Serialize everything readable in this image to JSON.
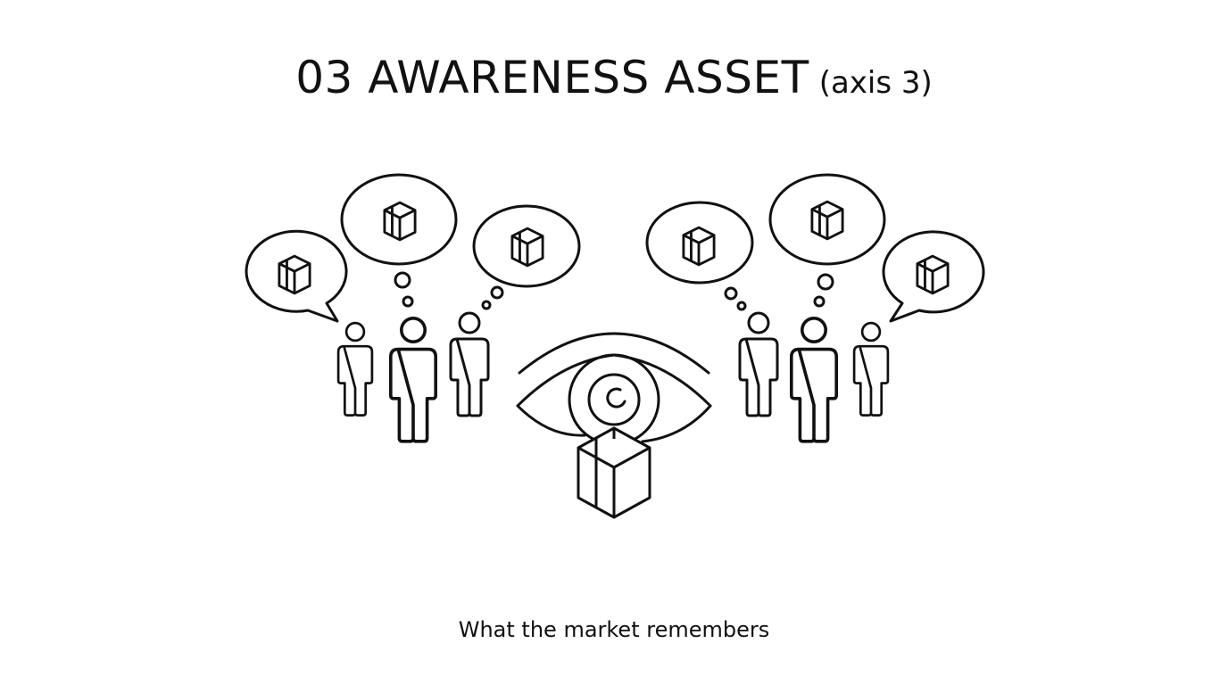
{
  "title": {
    "main": "03 AWARENESS ASSET",
    "sub": "(axis 3)"
  },
  "illustration": {
    "stroke_color": "#111111",
    "background_color": "#ffffff",
    "icons": [
      "person-icon",
      "speech-bubble-icon",
      "thought-bubble-icon",
      "brand-cube-icon",
      "eye-icon"
    ]
  },
  "caption": "What the market remembers"
}
